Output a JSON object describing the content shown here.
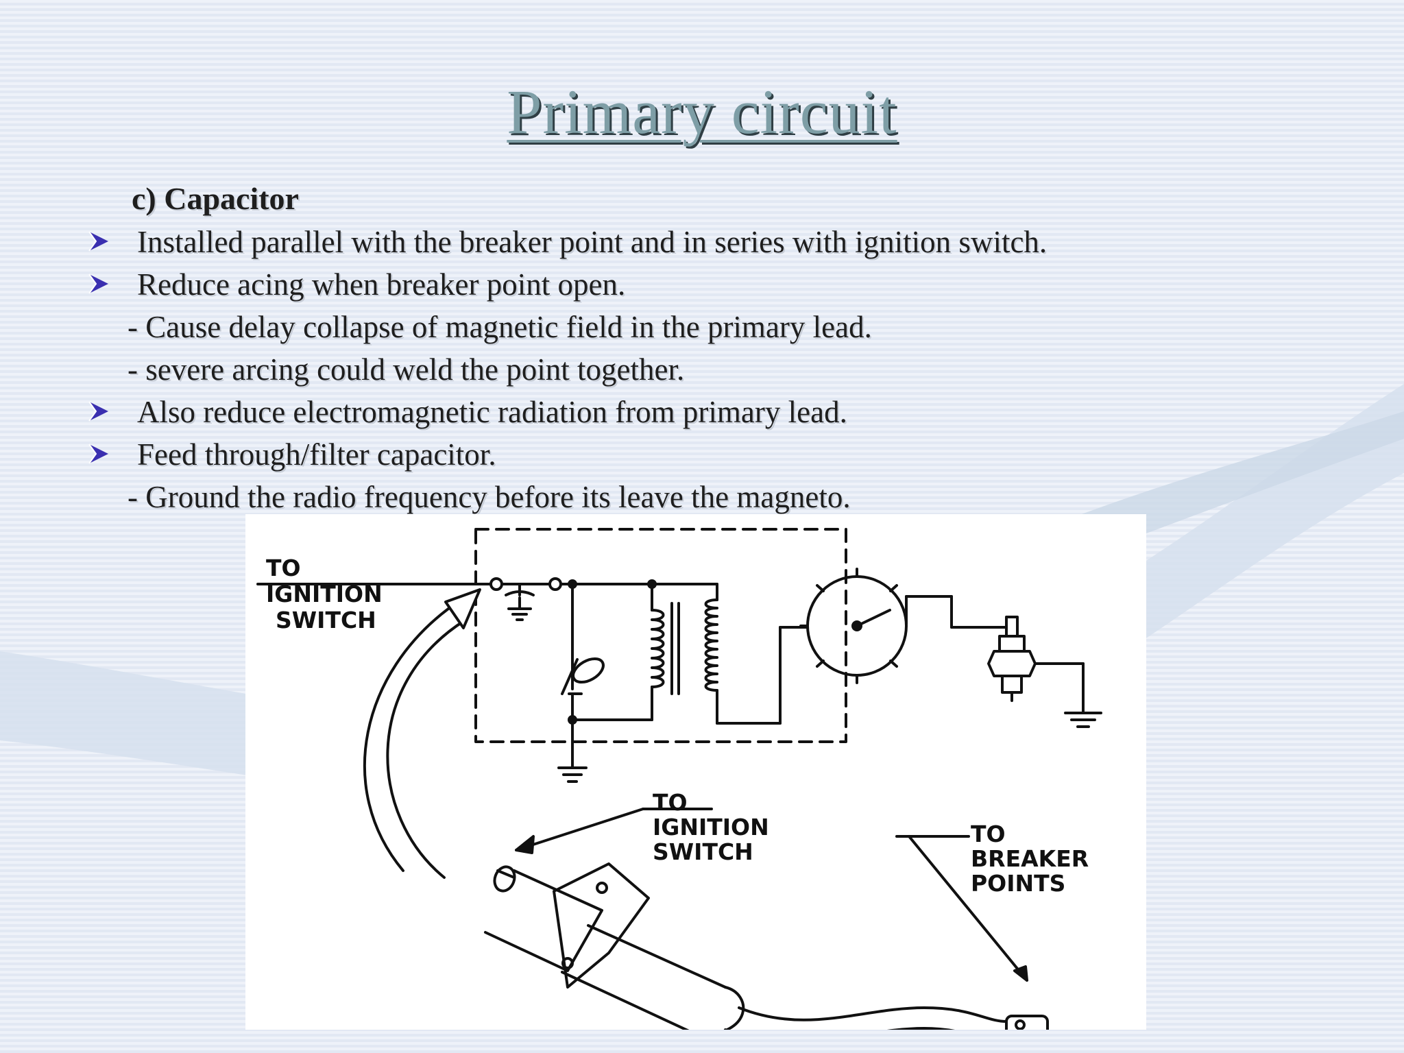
{
  "slide": {
    "title": "Primary circuit",
    "subheading": "c) Capacitor",
    "lines": [
      {
        "type": "bullet",
        "text": "Installed parallel with the breaker point and in series with ignition switch."
      },
      {
        "type": "bullet",
        "text": "Reduce acing when breaker point open."
      },
      {
        "type": "dash",
        "text": "-  Cause delay collapse of magnetic field in the primary lead."
      },
      {
        "type": "dash",
        "text": "-  severe arcing could weld the point together."
      },
      {
        "type": "bullet",
        "text": "Also reduce electromagnetic radiation from primary lead."
      },
      {
        "type": "bullet",
        "text": "Feed through/filter capacitor."
      },
      {
        "type": "dash",
        "text": "-  Ground the radio frequency before its leave the magneto."
      }
    ],
    "bullet_icon": "arrowhead-bullet-icon",
    "colors": {
      "title": "#7e9ea6",
      "bullet": "#3a2fb0",
      "text": "#1e1e1e"
    }
  },
  "diagram": {
    "labels": {
      "top_left": [
        "TO",
        "IGNITION",
        "SWITCH"
      ],
      "bottom_middle": [
        "TO",
        "IGNITION",
        "SWITCH"
      ],
      "bottom_right": [
        "TO",
        "BREAKER",
        "POINTS"
      ]
    }
  }
}
